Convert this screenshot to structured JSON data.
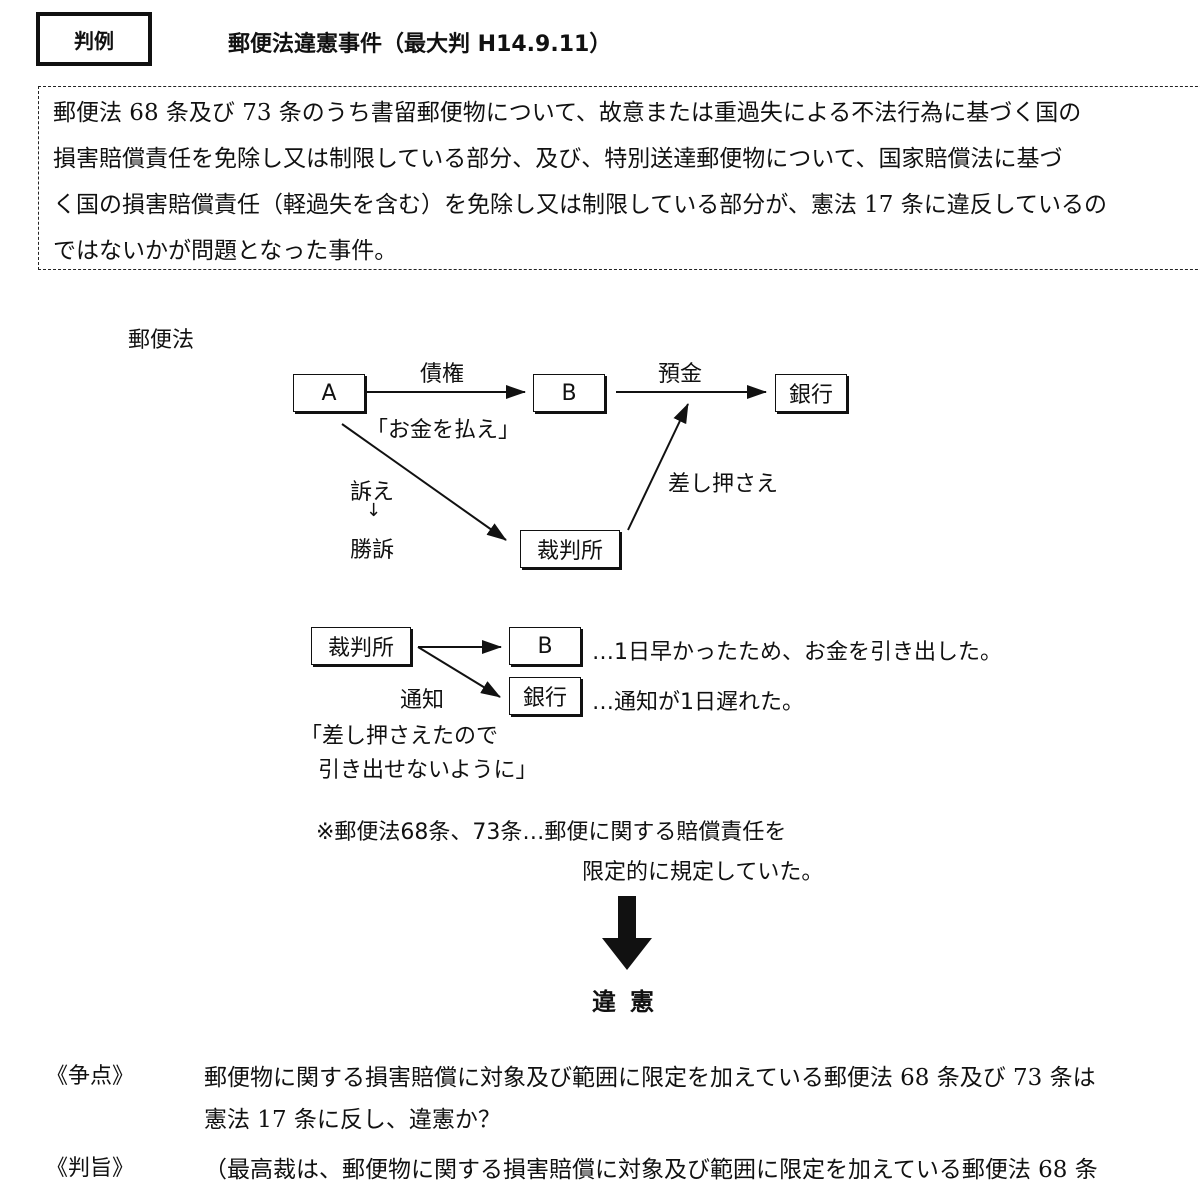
{
  "header": {
    "label": "判例",
    "case_title": "郵便法違憲事件（最大判 H14.9.11）"
  },
  "summary": {
    "lines": [
      "郵便法 68 条及び 73 条のうち書留郵便物について、故意または重過失による不法行為に基づく国の",
      "損害賠償責任を免除し又は制限している部分、及び、特別送達郵便物について、国家賠償法に基づ",
      "く国の損害賠償責任（軽過失を含む）を免除し又は制限している部分が、憲法 17 条に違反しているの",
      "ではないかが問題となった事件。"
    ]
  },
  "diagram": {
    "title": "郵便法",
    "nodes": {
      "a": "A",
      "b": "B",
      "bank": "銀行",
      "court": "裁判所",
      "court2": "裁判所",
      "b2": "B",
      "bank2": "銀行"
    },
    "labels": {
      "claim": "債権",
      "claim_quote": "「お金を払え」",
      "deposit": "預金",
      "sue": "訴え",
      "down_arrow": "↓",
      "win": "勝訴",
      "seize": "差し押さえ",
      "notice": "通知",
      "notice_quote_1": "「差し押さえたので",
      "notice_quote_2": "引き出せないように」",
      "b_note": "…1日早かったため、お金を引き出した。",
      "bank_note": "…通知が1日遅れた。",
      "law_note_1": "※郵便法68条、73条…郵便に関する賠償責任を",
      "law_note_2": "限定的に規定していた。"
    },
    "verdict": "違憲"
  },
  "issues": [
    {
      "head": "《争点》",
      "lines": [
        "郵便物に関する損害賠償に対象及び範囲に限定を加えている郵便法 68 条及び 73 条は",
        "憲法 17 条に反し、違憲か？"
      ]
    },
    {
      "head": "《判旨》",
      "lines": [
        "（最高裁は、郵便物に関する損害賠償に対象及び範囲に限定を加えている郵便法 68 条"
      ]
    }
  ]
}
